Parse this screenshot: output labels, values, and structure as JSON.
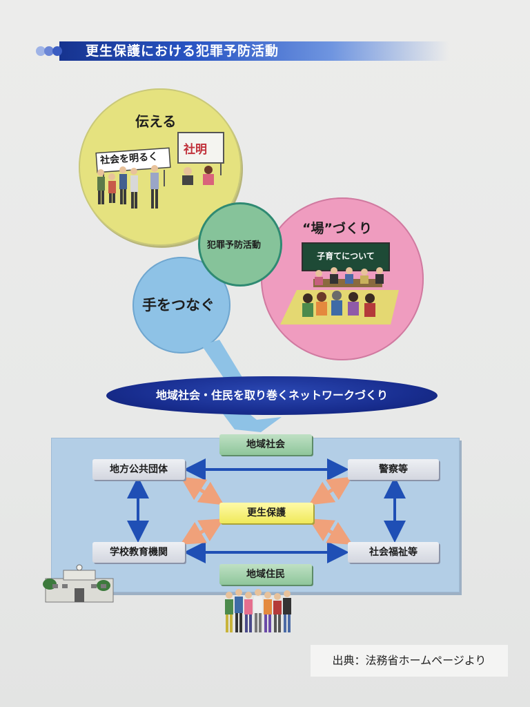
{
  "title": "更生保護における犯罪予防活動",
  "circles": {
    "convey": {
      "label": "伝える",
      "sign": "社会を明るく",
      "screen": "社明"
    },
    "center": {
      "label": "犯罪予防活動"
    },
    "place": {
      "label": "“場”づくり",
      "board": "子育てについて"
    },
    "connect": {
      "label": "手をつなぐ"
    }
  },
  "network": {
    "label": "地域社会・住民を取り巻くネットワークづくり"
  },
  "panel": {
    "top": "地域社会",
    "bottom": "地域住民",
    "center": "更生保護",
    "top_left": "地方公共団体",
    "top_right": "警察等",
    "bottom_left": "学校教育機関",
    "bottom_right": "社会福祉等"
  },
  "source": "出典：法務省ホームページより",
  "colors": {
    "title_bar": "#1f45b0",
    "yellow_circle": "#e5e27f",
    "green_circle": "#86c39a",
    "pink_circle": "#ef9cbf",
    "blue_circle": "#8ec2e6",
    "network_ellipse": "#1a2f92",
    "panel": "#b3cee6",
    "blue_arrow": "#1f4fb5",
    "orange_arrow": "#f0a17a"
  }
}
